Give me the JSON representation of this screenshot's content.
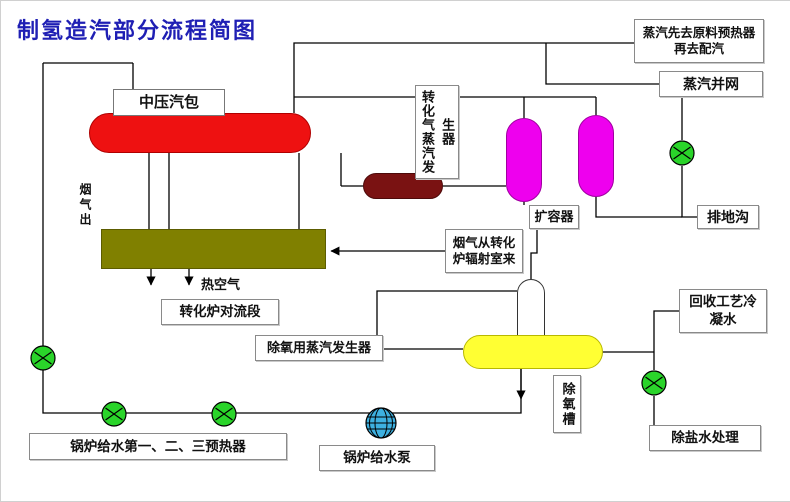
{
  "title": "制氢造汽部分流程简图",
  "labels": {
    "steam_drum": "中压汽包",
    "flue_gas_out": "烟气出",
    "hot_air": "热空气",
    "convection_section": "转化炉对流段",
    "reformed_gas_steam_generator": "转化气蒸汽发生器",
    "flash_tank": "扩容器",
    "steam_route": "蒸汽先去原料预热器再去配汽",
    "steam_to_grid": "蒸汽并网",
    "floor_drain": "排地沟",
    "flue_gas_from_radiant": "烟气从转化炉辐射室来",
    "recovered_condensate": "回收工艺冷凝水",
    "deaerator_steam_generator": "除氧用蒸汽发生器",
    "deaerator_tank": "除氧槽",
    "bfw_preheaters": "锅炉给水第一、二、三预热器",
    "bfw_pump": "锅炉给水泵",
    "demin_water": "除盐水处理"
  },
  "colors": {
    "title": "#1f1fb4",
    "steam_drum": "#ee1111",
    "convection_exchanger": "#808000",
    "reformed_gas_drum": "#7a1212",
    "flash_cylinders": "#ee00ee",
    "deaerator_drum": "#ffff33",
    "pump_green": "#2ad42a",
    "bfw_pump_blue": "#3db0e0",
    "line": "#000000"
  }
}
